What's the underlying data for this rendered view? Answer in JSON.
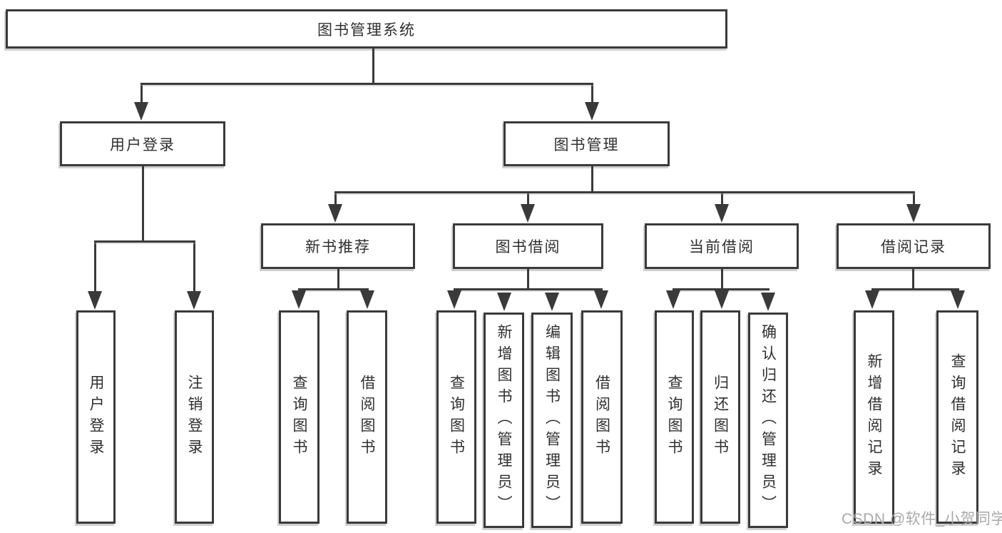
{
  "tree": {
    "root": "图书管理系统",
    "children": [
      {
        "label": "用户登录",
        "children": [
          "用户登录",
          "注销登录"
        ]
      },
      {
        "label": "图书管理",
        "children": [
          {
            "label": "新书推荐",
            "children": [
              "查询图书",
              "借阅图书"
            ]
          },
          {
            "label": "图书借阅",
            "children": [
              "查询图书",
              "新增图书（管理员）",
              "编辑图书（管理员）",
              "借阅图书"
            ]
          },
          {
            "label": "当前借阅",
            "children": [
              "查询图书",
              "归还图书",
              "确认归还（管理员）"
            ]
          },
          {
            "label": "借阅记录",
            "children": [
              "新增借阅记录",
              "查询借阅记录"
            ]
          }
        ]
      }
    ]
  },
  "watermark": "CSDN @软件_小贺同学",
  "colors": {
    "line": "#3a3a3a",
    "box_bg": "#ffffff",
    "watermark": "#a9a9a9"
  }
}
